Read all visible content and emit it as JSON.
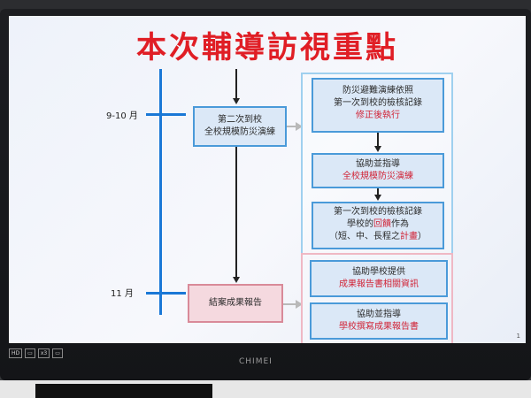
{
  "slide": {
    "title": "本次輔導訪視重點",
    "page_number": "1"
  },
  "timeline": {
    "date_1": "9-10 月",
    "date_2": "11 月"
  },
  "left_boxes": {
    "drill_line1": "第二次到校",
    "drill_line2": "全校規模防災演練",
    "report": "結案成果報告"
  },
  "right_boxes": {
    "box1_line1": "防災避難演練依照",
    "box1_line2": "第一次到校的檢核記錄",
    "box1_line3": "修正後執行",
    "box2_line1": "協助並指導",
    "box2_line2": "全校規模防災演練",
    "box3_line1": "第一次到校的檢核記錄",
    "box3_line2_pre": "學校的",
    "box3_line2_red": "回饋",
    "box3_line2_post": "作為",
    "box3_line3_pre": "（短、中、長程之",
    "box3_line3_red": "計畫",
    "box3_line3_post": "）",
    "box4_line1": "協助學校提供",
    "box4_line2": "成果報告書相關資訊",
    "box5_line1": "協助並指導",
    "box5_line2": "學校撰寫成果報告書"
  },
  "monitor": {
    "brand": "CHIMEI",
    "osd_labels": [
      "HD",
      "▭",
      "x3",
      "▭"
    ]
  },
  "colors": {
    "title_red": "#e01e25",
    "timeline_blue": "#1a78d6",
    "blue_box_fill": "#dbe8f7",
    "pink_box_fill": "#f5d9df"
  }
}
